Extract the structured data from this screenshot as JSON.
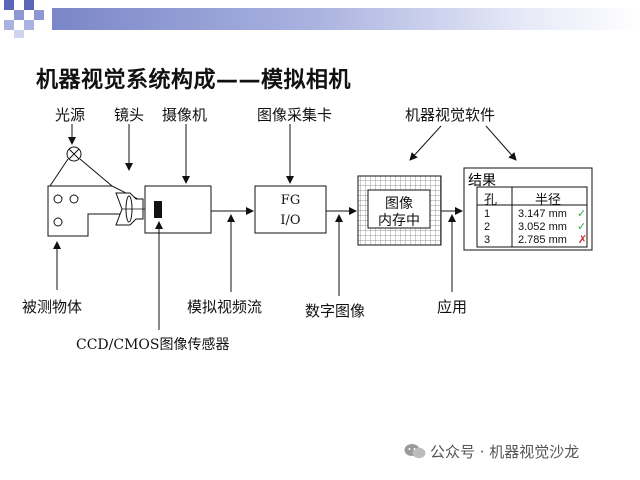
{
  "title": "机器视觉系统构成——模拟相机",
  "labels": {
    "light_source": "光源",
    "lens": "镜头",
    "camera": "摄像机",
    "frame_grabber": "图像采集卡",
    "software": "机器视觉软件",
    "object": "被测物体",
    "analog_video": "模拟视频流",
    "digital_image": "数字图像",
    "application": "应用",
    "sensor": "CCD/CMOS图像传感器"
  },
  "frame_grabber_box": {
    "line1": "FG",
    "line2": "I/O"
  },
  "memory_box": {
    "line1": "图像",
    "line2": "内存中"
  },
  "results": {
    "title": "结果",
    "headers": [
      "孔",
      "半径"
    ],
    "rows": [
      {
        "hole": "1",
        "radius": "3.147 mm",
        "status": "✓"
      },
      {
        "hole": "2",
        "radius": "3.052 mm",
        "status": "✓"
      },
      {
        "hole": "3",
        "radius": "2.785 mm",
        "status": "✗"
      }
    ],
    "ok_color": "#3aa83a",
    "fail_color": "#d03030"
  },
  "watermark": "公众号 · 机器视觉沙龙",
  "colors": {
    "header_strip": "#7b86c8"
  }
}
